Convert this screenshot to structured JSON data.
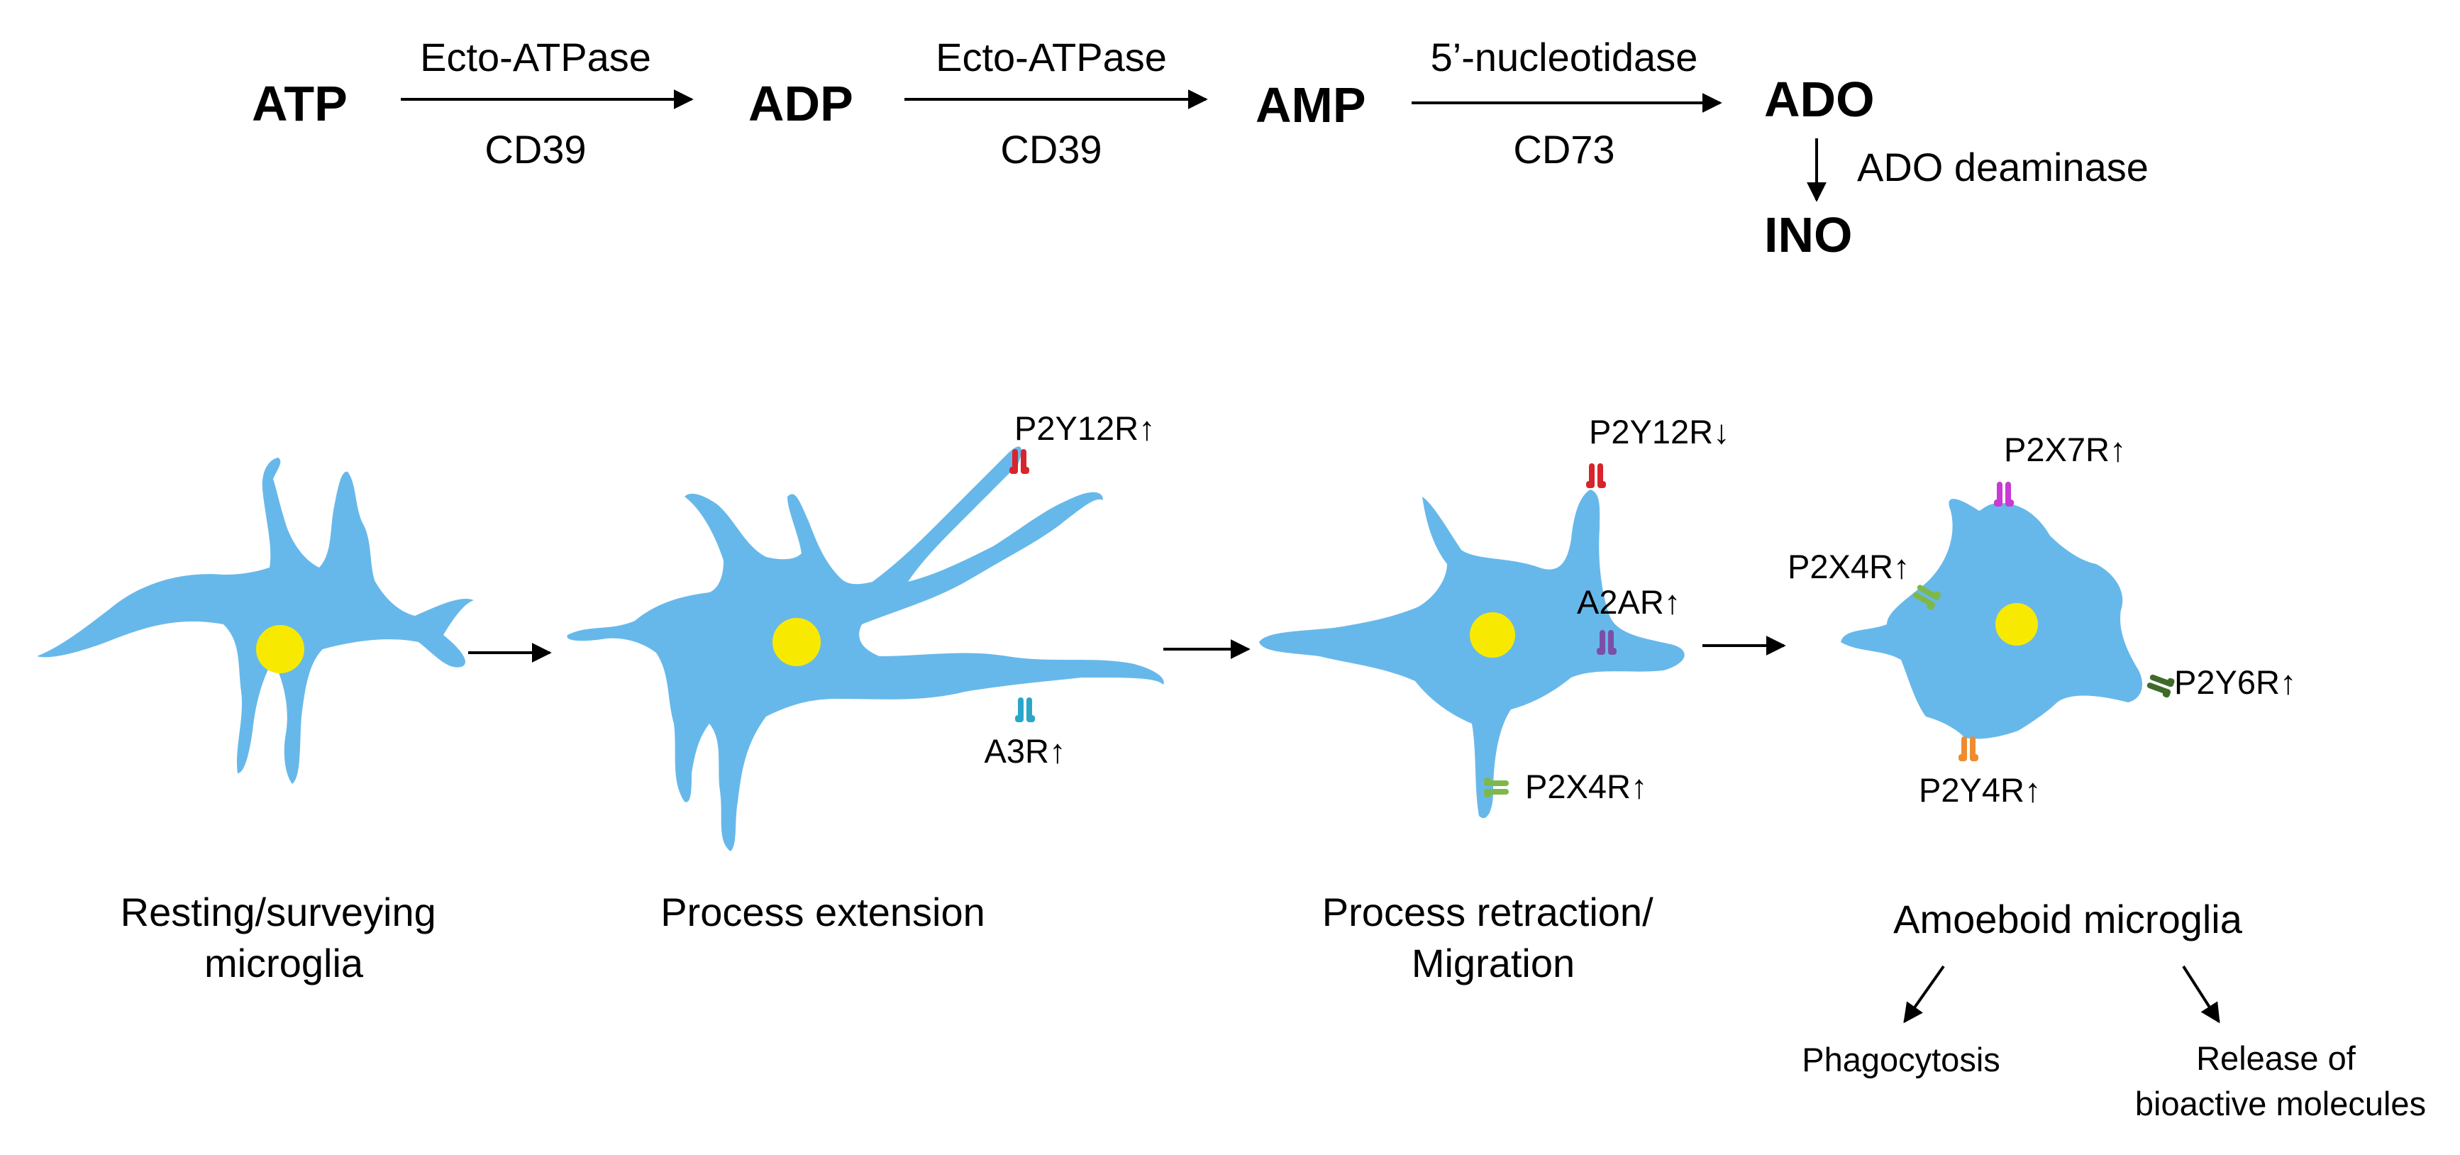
{
  "pathway": {
    "metabolites": [
      "ATP",
      "ADP",
      "AMP",
      "ADO",
      "INO"
    ],
    "steps": [
      {
        "enzyme": "Ecto-ATPase",
        "gene": "CD39"
      },
      {
        "enzyme": "Ecto-ATPase",
        "gene": "CD39"
      },
      {
        "enzyme": "5’-nucleotidase",
        "gene": "CD73"
      },
      {
        "enzyme": "ADO deaminase"
      }
    ]
  },
  "stages": [
    {
      "label_lines": [
        "Resting/surveying",
        "microglia"
      ],
      "receptors": []
    },
    {
      "label_lines": [
        "Process extension"
      ],
      "receptors": [
        "P2Y12R↑",
        "A3R↑"
      ]
    },
    {
      "label_lines": [
        "Process retraction/",
        "Migration"
      ],
      "receptors": [
        "P2Y12R↓",
        "A2AR↑",
        "P2X4R↑"
      ]
    },
    {
      "label_lines": [
        "Amoeboid microglia"
      ],
      "receptors": [
        "P2X7R↑",
        "P2X4R↑",
        "P2Y6R↑",
        "P2Y4R↑"
      ]
    }
  ],
  "outcomes": [
    {
      "label_lines": [
        "Phagocytosis"
      ]
    },
    {
      "label_lines": [
        "Release of",
        "bioactive molecules"
      ]
    }
  ],
  "colors": {
    "cell": "#67b8ea",
    "nucleus": "#f7ea00",
    "receptor_p2y12r": "#d8242b",
    "receptor_a3r": "#2aa6c9",
    "receptor_a2ar": "#7b4fa8",
    "receptor_p2x4r": "#7fb84a",
    "receptor_p2x7r": "#c93ad2",
    "receptor_p2y6r": "#3f6b2a",
    "receptor_p2y4r": "#ef8b2e"
  },
  "icons": {
    "arrow": "right-arrow-icon",
    "receptor": "receptor-icon",
    "cell": "microglia-cell-icon",
    "nucleus": "nucleus-icon"
  }
}
